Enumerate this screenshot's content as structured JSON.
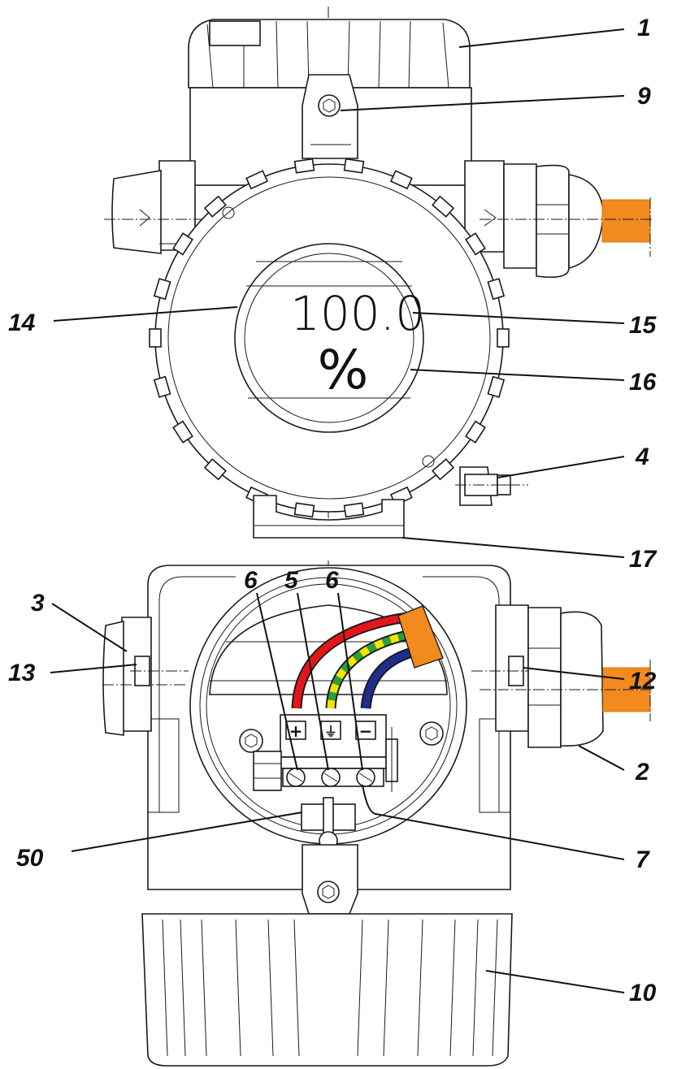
{
  "display": {
    "value": "100.0",
    "unit": "%"
  },
  "terminals": {
    "plus": "+",
    "minus": "−"
  },
  "callouts": {
    "c1": "1",
    "c9": "9",
    "c14": "14",
    "c15": "15",
    "c16": "16",
    "c4": "4",
    "c17": "17",
    "c6a": "6",
    "c5": "5",
    "c6b": "6",
    "c3": "3",
    "c2": "2",
    "c13": "13",
    "c12": "12",
    "c50": "50",
    "c7": "7",
    "c10": "10"
  },
  "colors": {
    "cable_orange": "#f28a1e",
    "wire_red": "#e3161b",
    "wire_green": "#2e9e3c",
    "wire_yellow": "#f5e400",
    "wire_blue": "#1f2e8c"
  }
}
